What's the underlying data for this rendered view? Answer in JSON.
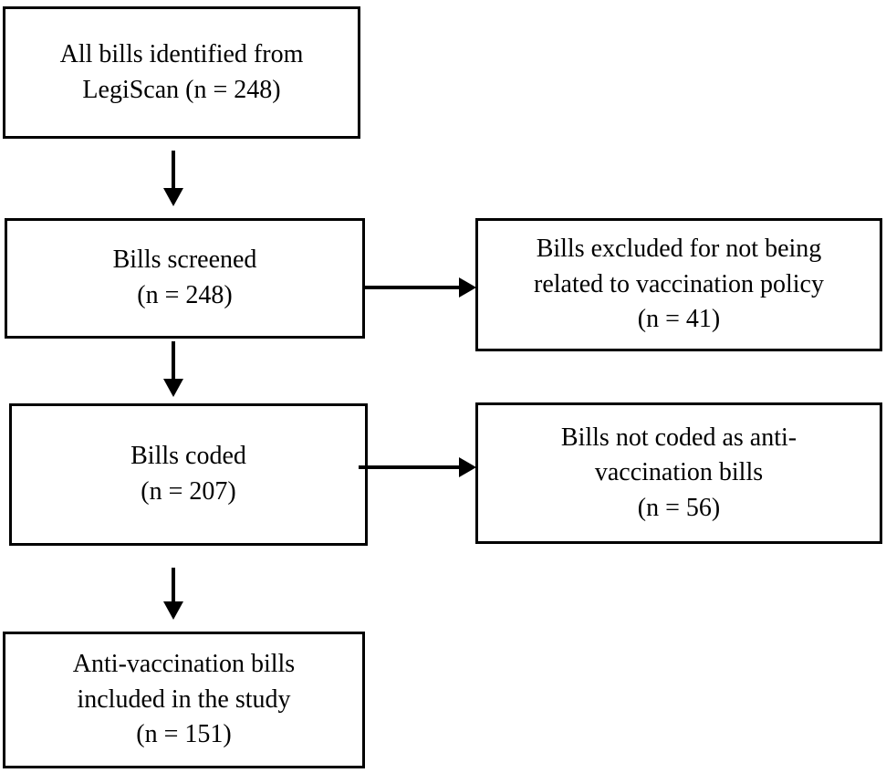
{
  "diagram": {
    "type": "flowchart",
    "background_color": "#ffffff",
    "line_color": "#000000",
    "nodes": {
      "identified": {
        "label": "All bills identified from\nLegiScan (n = 248)",
        "n": 248
      },
      "screened": {
        "label": "Bills screened\n(n = 248)",
        "n": 248
      },
      "excluded": {
        "label": "Bills excluded for not being\nrelated to vaccination policy\n(n = 41)",
        "n": 41
      },
      "coded": {
        "label": "Bills coded\n(n = 207)",
        "n": 207
      },
      "not_coded": {
        "label": "Bills not coded as anti-\nvaccination bills\n(n = 56)",
        "n": 56
      },
      "included": {
        "label": "Anti-vaccination bills\nincluded in the study\n(n = 151)",
        "n": 151
      }
    }
  }
}
